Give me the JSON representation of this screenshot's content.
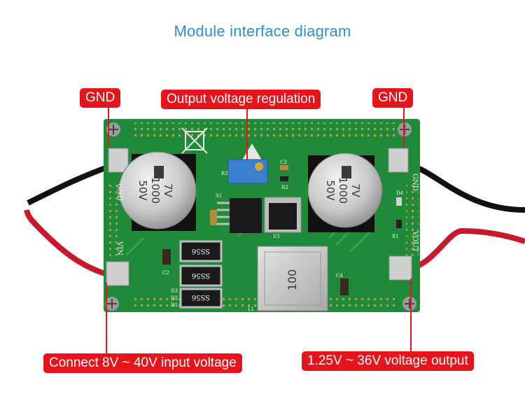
{
  "title": "Module interface diagram",
  "labels": {
    "gnd_left": "GND",
    "regulation": "Output voltage regulation",
    "gnd_right": "GND",
    "input": "Connect 8V ~ 40V input voltage",
    "output": "1.25V ~ 36V voltage output"
  },
  "board_silkscreen": {
    "gnd_left": "GND",
    "vin": "VIN",
    "gnd_right": "GND",
    "vout": "VOUT",
    "r3": "R3",
    "r2": "R2",
    "c3": "C3",
    "c2": "C2",
    "l1": "L1",
    "d3": "D3",
    "d2": "D2",
    "d1": "D1",
    "r1": "R1",
    "u1": "U1",
    "d4": "D4",
    "c4": "C4",
    "s1": "S1"
  },
  "components": {
    "cap_left": [
      "7V",
      "1000",
      "50V"
    ],
    "cap_right": [
      "7V",
      "1000",
      "50V"
    ],
    "diode_code": "SS56",
    "inductor_code": "100"
  },
  "colors": {
    "title": "#2a8fd6",
    "label_bg": "#e8141b",
    "pcb": "#1f8a3a"
  }
}
